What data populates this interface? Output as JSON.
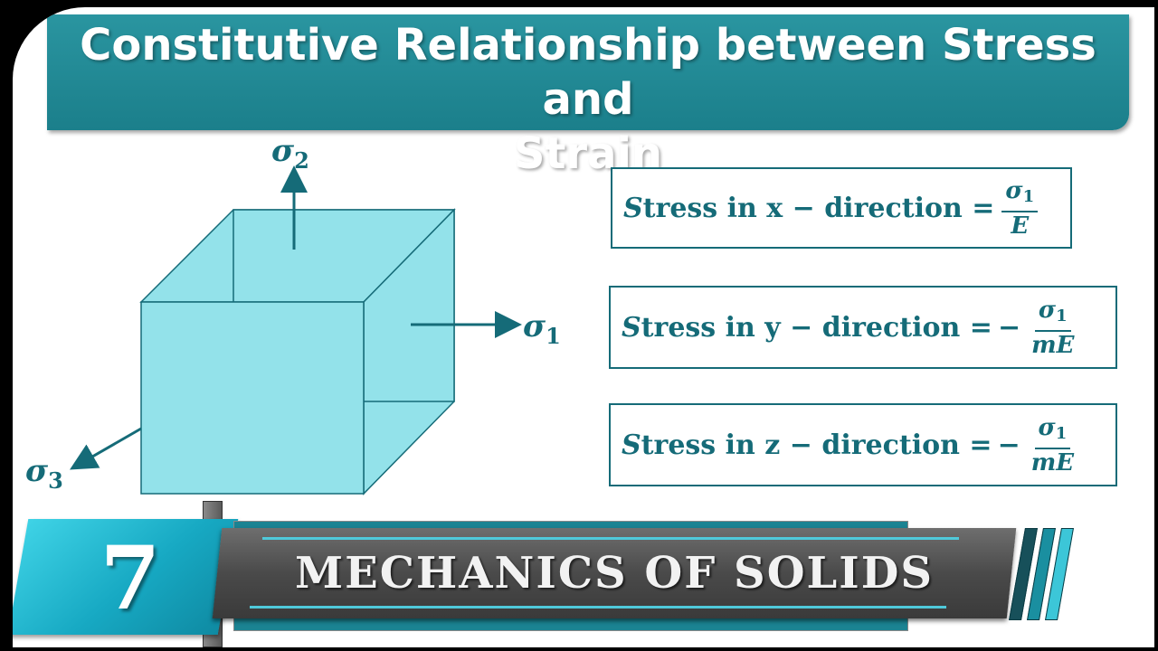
{
  "title": {
    "line1": "Constitutive Relationship between Stress and",
    "line2": "Strain"
  },
  "diagram": {
    "sigma_symbol": "σ",
    "axis_2_sub": "2",
    "axis_1_sub": "1",
    "axis_3_sub": "3"
  },
  "equations": [
    {
      "lead": "S",
      "text": "tress in x − direction =",
      "sign": "",
      "num_symbol": "σ",
      "num_sub": "1",
      "den": "E"
    },
    {
      "lead": "S",
      "text": "tress in y − direction =",
      "sign": "−",
      "num_symbol": "σ",
      "num_sub": "1",
      "den": "mE"
    },
    {
      "lead": "S",
      "text": "tress in z − direction =",
      "sign": "−",
      "num_symbol": "σ",
      "num_sub": "1",
      "den": "mE"
    }
  ],
  "banner": {
    "episode_number": "7",
    "course_title": "MECHANICS OF SOLIDS"
  },
  "colors": {
    "accent": "#156b78",
    "title_bar": "#1b7f8b",
    "cube_fill": "#93e2ea",
    "badge": "#17a9c3"
  }
}
